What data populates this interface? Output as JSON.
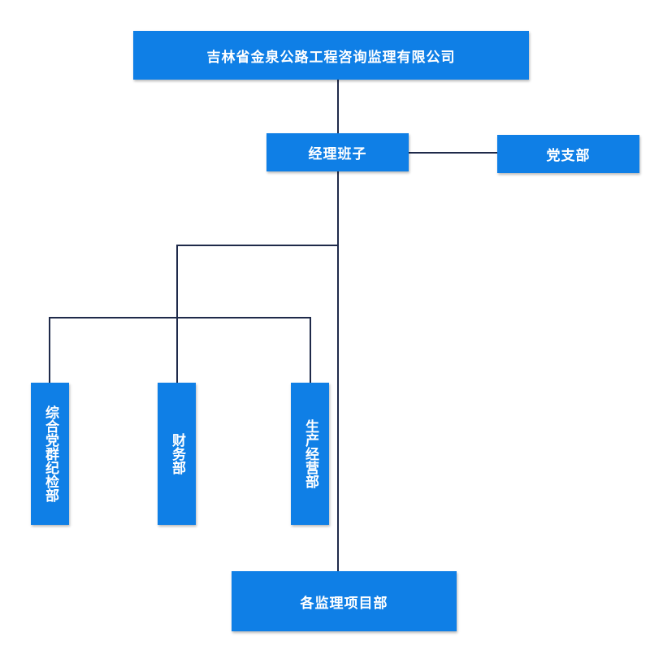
{
  "org": {
    "company": "吉林省金泉公路工程咨询监理有限公司",
    "management": "经理班子",
    "party_branch": "党支部",
    "dept_general": "综合党群纪检部",
    "dept_finance": "财务部",
    "dept_production": "生产经营部",
    "project_depts": "各监理项目部"
  },
  "colors": {
    "box_fill": "#0f7fe6",
    "box_text": "#ffffff",
    "connector": "#1f2a4a"
  }
}
